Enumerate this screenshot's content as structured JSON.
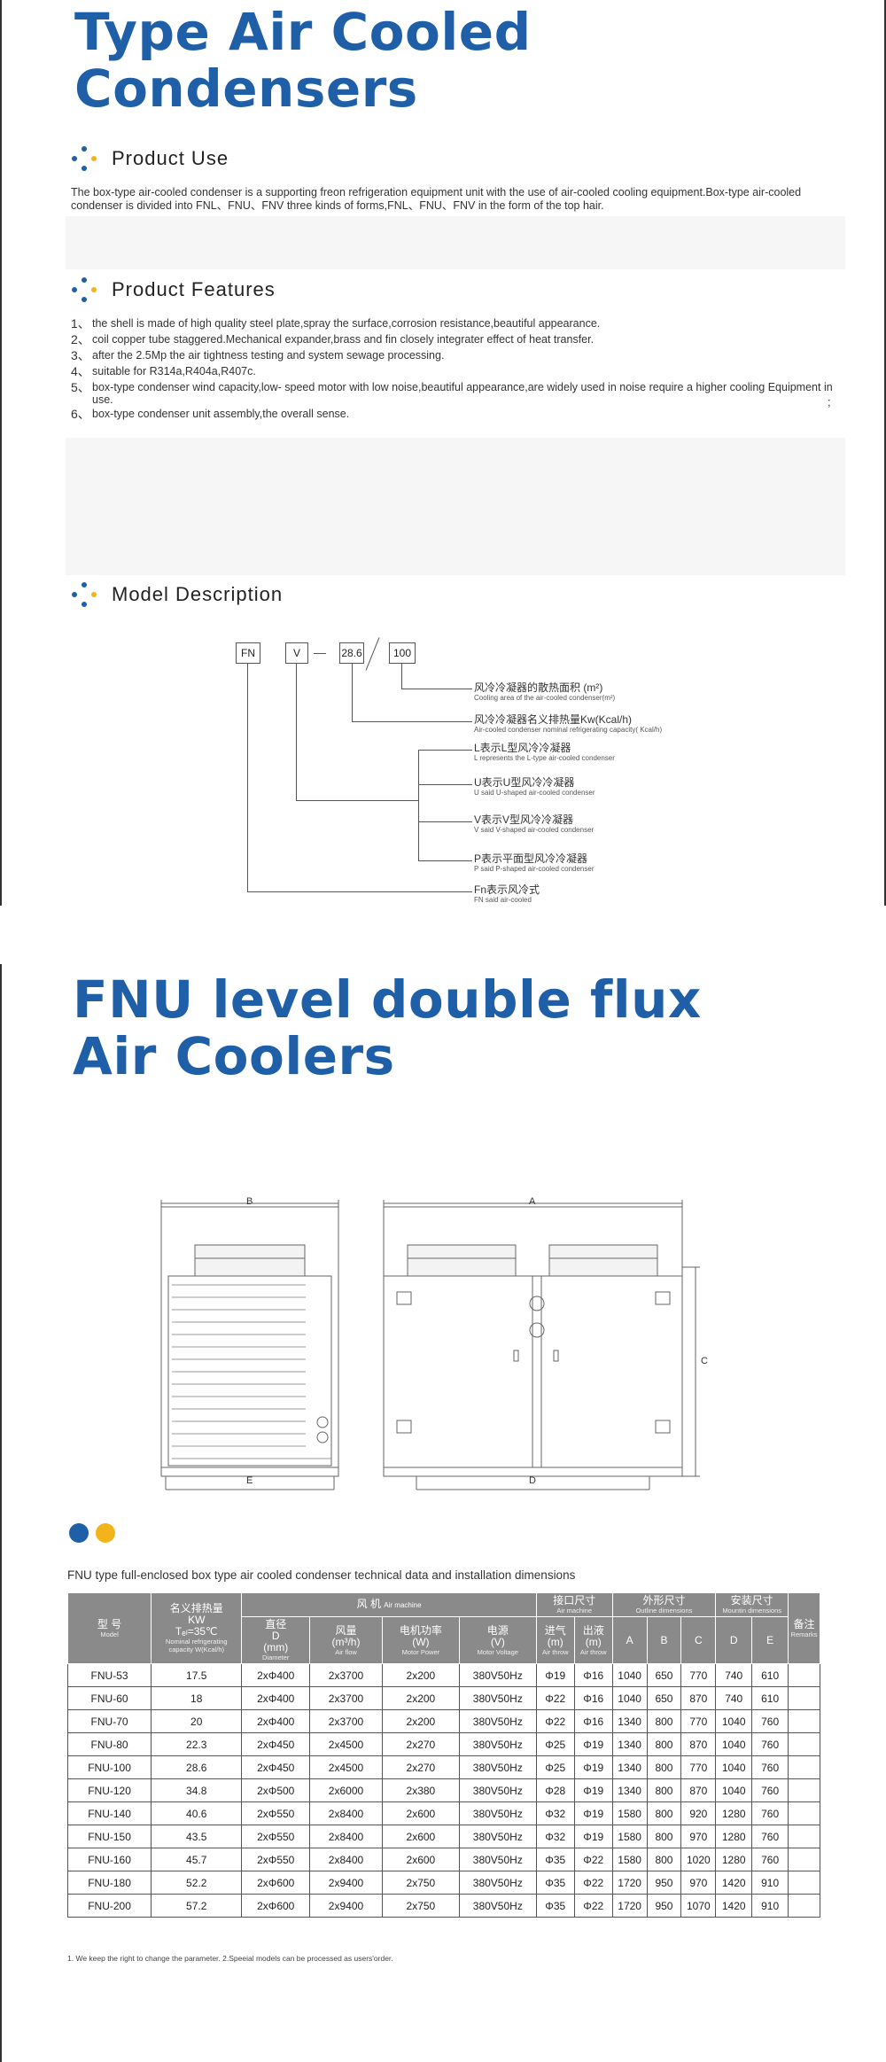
{
  "page1": {
    "title_line1": "Type Air Cooled",
    "title_line2": "Condensers",
    "product_use": {
      "heading": "Product Use",
      "text": "The box-type air-cooled condenser is a supporting freon refrigeration equipment unit with the use of air-cooled cooling equipment.Box-type air-cooled condenser is divided into FNL、FNU、FNV three kinds of forms,FNL、FNU、FNV in the form of the top hair."
    },
    "product_features": {
      "heading": "Product Features",
      "items": [
        {
          "num": "1、",
          "text": "the shell is made of high quality steel plate,spray the surface,corrosion resistance,beautiful appearance."
        },
        {
          "num": "2、",
          "text": "coil copper tube staggered.Mechanical expander,brass and fin closely integrater effect of heat transfer."
        },
        {
          "num": "3、",
          "text": "after the 2.5Mp the air tightness testing and system sewage processing."
        },
        {
          "num": "4、",
          "text": "suitable for R314a,R404a,R407c."
        },
        {
          "num": "5、",
          "text": "box-type condenser wind capacity,low- speed motor with low noise,beautiful appearance,are widely used in noise require a higher cooling Equipment in use."
        },
        {
          "num": "6、",
          "text": "box-type condenser unit assembly,the overall sense."
        }
      ],
      "trailing_mark": ";"
    },
    "model_description": {
      "heading": "Model Description",
      "boxes": [
        "FN",
        "V",
        "28.6",
        "100"
      ],
      "labels": [
        {
          "main": "风冷冷凝器的散热面积 (m²)",
          "sub": "Cooling area of the air-cooled condenser(m²)"
        },
        {
          "main": "风冷冷凝器名义排热量Kw(Kcal/h)",
          "sub": "Air-cooled condenser nominal refrigerating capacity( Kcal/h)"
        },
        {
          "main": "L表示L型风冷冷凝器",
          "sub": "L represents the L-type air-cooled condenser"
        },
        {
          "main": "U表示U型风冷冷凝器",
          "sub": "U said U-shaped air-cooled condenser"
        },
        {
          "main": "V表示V型风冷冷凝器",
          "sub": "V said V-shaped air-cooled condenser"
        },
        {
          "main": "P表示平面型风冷冷凝器",
          "sub": "P said P-shaped air-cooled condenser"
        },
        {
          "main": "Fn表示风冷式",
          "sub": "FN said air-cooled"
        }
      ]
    }
  },
  "page2": {
    "title_line1": "FNU level double flux",
    "title_line2": "Air Coolers",
    "dimension_labels": {
      "a": "A",
      "b": "B",
      "c": "C",
      "d": "D",
      "e": "E"
    },
    "dot_colors": [
      "#1f5fa8",
      "#f2b31b"
    ],
    "caption": "FNU type full-enclosed box type air cooled condenser technical data and installation dimensions",
    "table": {
      "header": {
        "model": "型 号",
        "model_en": "Model",
        "capacity": "名义排热量",
        "capacity_unit": "KW",
        "capacity_cond": "Tₑₗ=35℃",
        "capacity_en": "Nominal refrigerating capacity W(Kcal/h)",
        "air_machine": "风 机",
        "air_machine_en": "Air machine",
        "diameter": "直径",
        "diameter_d": "D",
        "diameter_unit": "(mm)",
        "diameter_en": "Diameter",
        "airflow": "风量",
        "airflow_unit": "(m³/h)",
        "airflow_en": "Air flow",
        "motor": "电机功率",
        "motor_unit": "(W)",
        "motor_en": "Motor Power",
        "voltage": "电源",
        "voltage_unit": "(V)",
        "voltage_en": "Motor Voltage",
        "interface": "接口尺寸",
        "interface_en": "Air machine",
        "inlet": "进气",
        "inlet_unit": "(m)",
        "inlet_en": "Air throw",
        "outlet": "出液",
        "outlet_unit": "(m)",
        "outlet_en": "Air throw",
        "outline": "外形尺寸",
        "outline_en": "Outline dimensions",
        "mount": "安装尺寸",
        "mount_en": "Mountin dimensions",
        "remarks": "备注",
        "remarks_en": "Remarks",
        "col_a": "A",
        "col_b": "B",
        "col_c": "C",
        "col_d": "D",
        "col_e": "E"
      },
      "rows": [
        [
          "FNU-53",
          "17.5",
          "2xΦ400",
          "2x3700",
          "2x200",
          "380V50Hz",
          "Φ19",
          "Φ16",
          "1040",
          "650",
          "770",
          "740",
          "610"
        ],
        [
          "FNU-60",
          "18",
          "2xΦ400",
          "2x3700",
          "2x200",
          "380V50Hz",
          "Φ22",
          "Φ16",
          "1040",
          "650",
          "870",
          "740",
          "610"
        ],
        [
          "FNU-70",
          "20",
          "2xΦ400",
          "2x3700",
          "2x200",
          "380V50Hz",
          "Φ22",
          "Φ16",
          "1340",
          "800",
          "770",
          "1040",
          "760"
        ],
        [
          "FNU-80",
          "22.3",
          "2xΦ450",
          "2x4500",
          "2x270",
          "380V50Hz",
          "Φ25",
          "Φ19",
          "1340",
          "800",
          "870",
          "1040",
          "760"
        ],
        [
          "FNU-100",
          "28.6",
          "2xΦ450",
          "2x4500",
          "2x270",
          "380V50Hz",
          "Φ25",
          "Φ19",
          "1340",
          "800",
          "770",
          "1040",
          "760"
        ],
        [
          "FNU-120",
          "34.8",
          "2xΦ500",
          "2x6000",
          "2x380",
          "380V50Hz",
          "Φ28",
          "Φ19",
          "1340",
          "800",
          "870",
          "1040",
          "760"
        ],
        [
          "FNU-140",
          "40.6",
          "2xΦ550",
          "2x8400",
          "2x600",
          "380V50Hz",
          "Φ32",
          "Φ19",
          "1580",
          "800",
          "920",
          "1280",
          "760"
        ],
        [
          "FNU-150",
          "43.5",
          "2xΦ550",
          "2x8400",
          "2x600",
          "380V50Hz",
          "Φ32",
          "Φ19",
          "1580",
          "800",
          "970",
          "1280",
          "760"
        ],
        [
          "FNU-160",
          "45.7",
          "2xΦ550",
          "2x8400",
          "2x600",
          "380V50Hz",
          "Φ35",
          "Φ22",
          "1580",
          "800",
          "1020",
          "1280",
          "760"
        ],
        [
          "FNU-180",
          "52.2",
          "2xΦ600",
          "2x9400",
          "2x750",
          "380V50Hz",
          "Φ35",
          "Φ22",
          "1720",
          "950",
          "970",
          "1420",
          "910"
        ],
        [
          "FNU-200",
          "57.2",
          "2xΦ600",
          "2x9400",
          "2x750",
          "380V50Hz",
          "Φ35",
          "Φ22",
          "1720",
          "950",
          "1070",
          "1420",
          "910"
        ]
      ]
    },
    "footnote": "1. We keep the right to change the parameter.        2.Speeial models can be processed as users'order."
  }
}
